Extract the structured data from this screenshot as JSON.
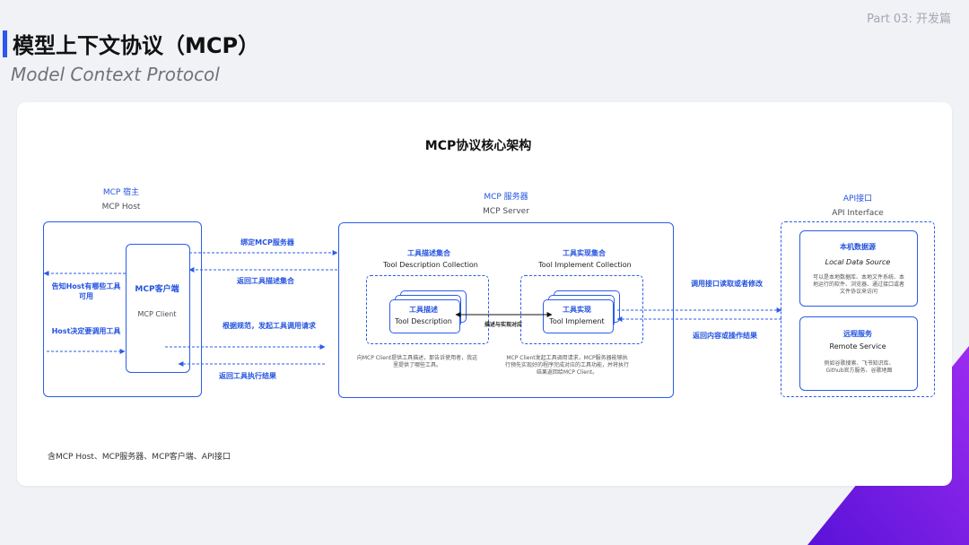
{
  "header": {
    "part_label": "Part 03:  开发篇",
    "title": "模型上下文协议（MCP）",
    "subtitle": "Model Context Protocol"
  },
  "diagram": {
    "title": "MCP协议核心架构",
    "host": {
      "label_cn": "MCP 宿主",
      "label_en": "MCP Host"
    },
    "client": {
      "label_cn": "MCP客户端",
      "label_en": "MCP Client"
    },
    "server": {
      "label_cn": "MCP 服务器",
      "label_en": "MCP Server"
    },
    "api": {
      "label_cn": "API接口",
      "label_en": "API Interface"
    },
    "host_notes": {
      "tell_tools": "告知Host有哪些工具可用",
      "decide_tool": "Host决定要调用工具"
    },
    "edges": {
      "bind": "绑定MCP服务器",
      "return_desc": "返回工具描述集合",
      "call_request": "根据规范，发起工具调用请求",
      "return_result": "返回工具执行结果",
      "read_modify": "调用接口读取或者修改",
      "return_content": "返回内容或操作结果",
      "describe_map": "描述与实现对应"
    },
    "desc_collection": {
      "title_cn": "工具描述集合",
      "title_en": "Tool Description Collection",
      "item_cn": "工具描述",
      "item_en": "Tool Description",
      "note": "向MCP Client提供工具描述，那告诉使用者，我这里提供了哪些工具。"
    },
    "impl_collection": {
      "title_cn": "工具实现集合",
      "title_en": "Tool Implement Collection",
      "item_cn": "工具实现",
      "item_en": "Tool Implement",
      "note": "MCP Client发起工具调用请求，MCP服务器能够执行预先实现好的程序完成对应的工具功能，并将执行结果返回给MCP Client。"
    },
    "local_source": {
      "title_cn": "本机数据源",
      "title_en": "Local Data Source",
      "note": "可以是本地数据库、本地文件系统、本地运行的软件、浏览器、通过接口或者文件协议来访问"
    },
    "remote_service": {
      "title_cn": "远程服务",
      "title_en": "Remote Service",
      "note": "例如谷歌搜索、飞书知识库、Github官方服务、谷歌地图"
    },
    "footer": "含MCP Host、MCP服务器、MCP客户端、API接口"
  },
  "colors": {
    "accent": "#2b5ce8",
    "purple": "#7b1fe0",
    "text": "#111111"
  }
}
